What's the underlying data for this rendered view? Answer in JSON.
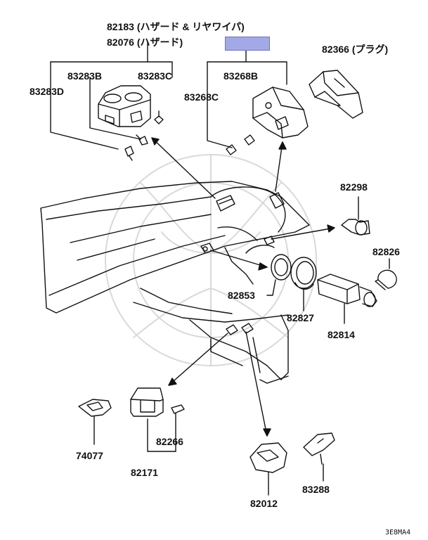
{
  "labels": {
    "p82183": "82183 (ハザード & リヤワイパ)",
    "p82076": "82076 (ハザード)",
    "p82366": "82366 (プラグ)",
    "p83283B": "83283B",
    "p83283C": "83283C",
    "p83283D": "83283D",
    "p83268B": "83268B",
    "p83268C": "83268C",
    "p82298": "82298",
    "p82826": "82826",
    "p82853": "82853",
    "p82827": "82827",
    "p82814": "82814",
    "p82266": "82266",
    "p74077": "74077",
    "p82171": "82171",
    "p82012": "82012",
    "p83288": "83288",
    "code": "3E8MA4"
  },
  "highlight_color": "#a3a8e6"
}
